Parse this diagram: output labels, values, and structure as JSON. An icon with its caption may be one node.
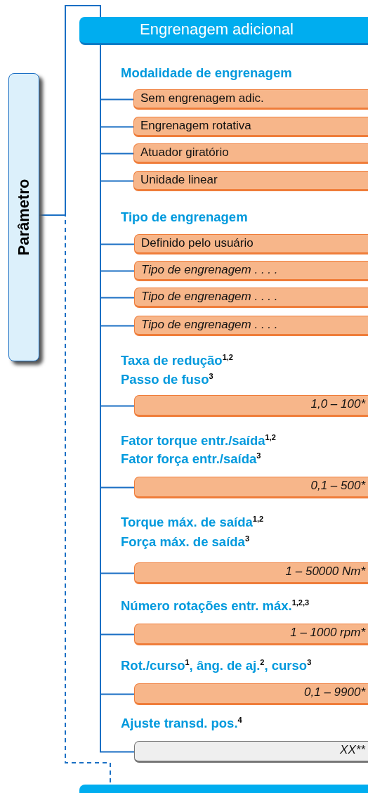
{
  "diagram": {
    "nodes": [
      {
        "text": [
          "Parâmetro"
        ]
      },
      {
        "text": [
          "Engrenagem adicional"
        ]
      },
      {
        "text": [
          "Sem engrenagem adic."
        ]
      },
      {
        "text": [
          "Engrenagem rotativa"
        ]
      },
      {
        "text": [
          "Atuador giratório"
        ]
      },
      {
        "text": [
          "Unidade linear"
        ]
      },
      {
        "text": [
          "Definido pelo usuário"
        ]
      },
      {
        "text": [
          "Tipo de engrenagem  . . . ."
        ]
      },
      {
        "text": [
          "Tipo de engrenagem  . . . ."
        ]
      },
      {
        "text": [
          "Tipo de engrenagem  . . . ."
        ]
      },
      {
        "text": [
          "1,0 – 100*"
        ]
      },
      {
        "text": [
          "0,1 – 500*"
        ]
      },
      {
        "text": [
          "1 – 50000 Nm*"
        ]
      },
      {
        "text": [
          "1 – 1000 rpm*"
        ]
      },
      {
        "text": [
          "0,1 – 9900*"
        ]
      },
      {
        "text": [
          "XX**"
        ]
      },
      {
        "text": [],
        "shape": "bar"
      }
    ],
    "edges": [
      {
        "from": 0,
        "to": 1,
        "arrow": "none"
      },
      {
        "from": 0,
        "to": 16,
        "arrow": "none",
        "style": "dashed"
      },
      {
        "from": 1,
        "to": 2,
        "arrow": "none"
      },
      {
        "from": 1,
        "to": 3,
        "arrow": "none"
      },
      {
        "from": 1,
        "to": 4,
        "arrow": "none"
      },
      {
        "from": 1,
        "to": 5,
        "arrow": "none"
      },
      {
        "from": 1,
        "to": 6,
        "arrow": "none"
      },
      {
        "from": 1,
        "to": 7,
        "arrow": "none"
      },
      {
        "from": 1,
        "to": 8,
        "arrow": "none"
      },
      {
        "from": 1,
        "to": 9,
        "arrow": "none"
      },
      {
        "from": 1,
        "to": 10,
        "arrow": "none"
      },
      {
        "from": 1,
        "to": 11,
        "arrow": "none"
      },
      {
        "from": 1,
        "to": 12,
        "arrow": "none"
      },
      {
        "from": 1,
        "to": 13,
        "arrow": "none"
      },
      {
        "from": 1,
        "to": 14,
        "arrow": "none"
      },
      {
        "from": 1,
        "to": 15,
        "arrow": "none"
      }
    ],
    "labels": [
      "Modalidade de engrenagem",
      "Tipo de engrenagem",
      "Taxa de redução$^{1,2}$",
      "Passo de fuso$^{3}$",
      "Fator torque entr./saída$^{1,2}$",
      "Fator força entr./saída$^{3}$",
      "Torque máx. de saída$^{1,2}$",
      "Força máx. de saída$^{3}$",
      "Número rotações entr. máx.$^{1,2,3}$",
      "Rot./curso$^{1}$, âng. de aj.$^{2}$, curso$^{3}$",
      "Ajuste transd. pos.$^{4}$"
    ]
  }
}
